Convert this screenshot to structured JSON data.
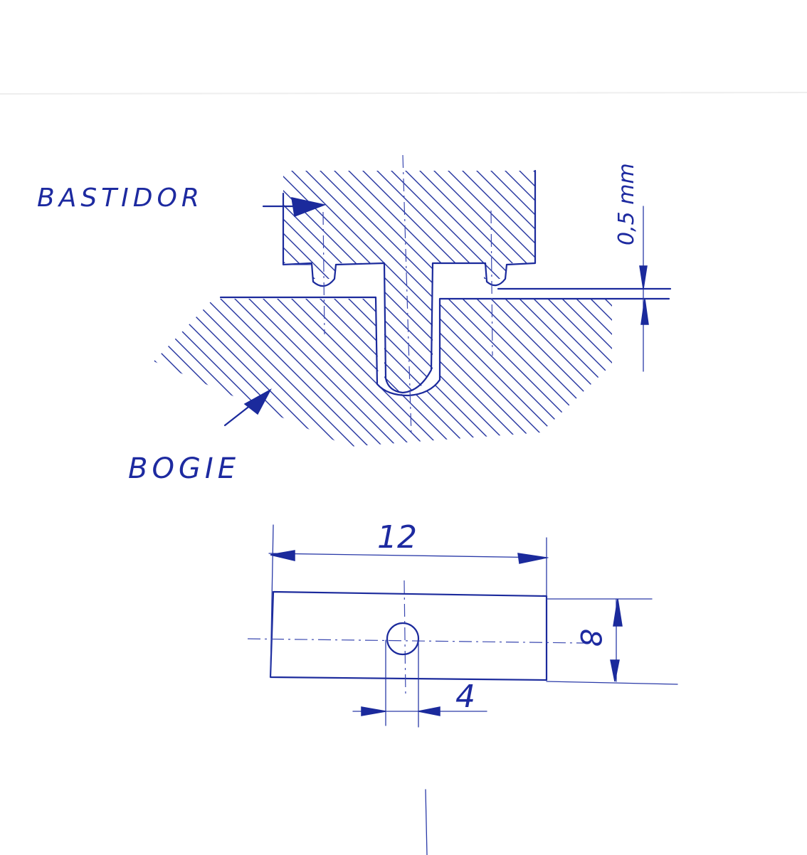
{
  "labels": {
    "frame": "BASTIDOR",
    "bogie": "BOGIE"
  },
  "dimensions": {
    "gap": "0,5 mm",
    "width": "12",
    "height": "8",
    "hole_diameter": "4"
  },
  "colors": {
    "ink": "#1b2a9c",
    "paper": "#ffffff"
  }
}
